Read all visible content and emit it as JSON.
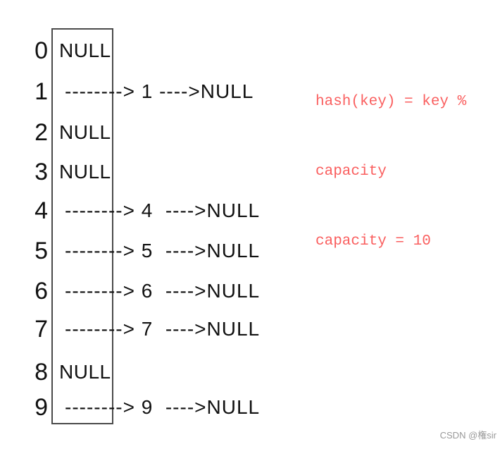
{
  "diagram": {
    "buckets": [
      {
        "index": "0",
        "type": "null",
        "content": "NULL"
      },
      {
        "index": "1",
        "type": "chain",
        "content": "--------> 1 ---->NULL"
      },
      {
        "index": "2",
        "type": "null",
        "content": "NULL"
      },
      {
        "index": "3",
        "type": "null",
        "content": "NULL"
      },
      {
        "index": "4",
        "type": "chain",
        "content": "--------> 4  ---->NULL"
      },
      {
        "index": "5",
        "type": "chain",
        "content": "--------> 5  ---->NULL"
      },
      {
        "index": "6",
        "type": "chain",
        "content": "--------> 6  ---->NULL"
      },
      {
        "index": "7",
        "type": "chain",
        "content": "--------> 7  ---->NULL"
      },
      {
        "index": "8",
        "type": "null",
        "content": "NULL"
      },
      {
        "index": "9",
        "type": "chain",
        "content": "--------> 9  ---->NULL"
      }
    ]
  },
  "annotation": {
    "lines": [
      "hash(key) = key %",
      "capacity",
      "capacity = 10"
    ],
    "color": "#fa5f5f"
  },
  "watermark": {
    "text": "CSDN @権sir",
    "color": "#999999"
  },
  "colors": {
    "background": "#ffffff",
    "box_border": "#4a4a4a",
    "text": "#111111"
  }
}
